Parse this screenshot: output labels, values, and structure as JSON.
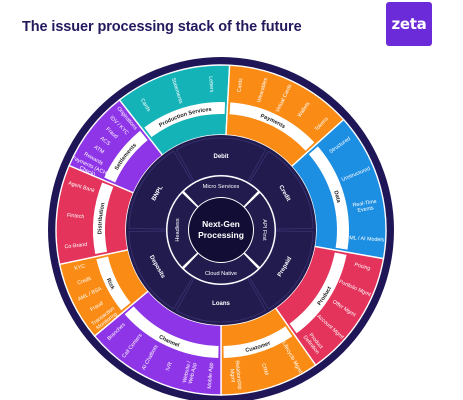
{
  "header": {
    "title": "The issuer processing stack of the future",
    "logo_text": "zeta",
    "logo_color": "#6c2bd9"
  },
  "center": {
    "label_line1": "Next-Gen",
    "label_line2": "Processing"
  },
  "colors": {
    "outer_ring": "#1e1657",
    "dark_ring": "#221b4e",
    "center": "#120d35",
    "divider": "#ffffff"
  },
  "core_ring": [
    {
      "label": "Micro Services"
    },
    {
      "label": "API First"
    },
    {
      "label": "Cloud Native"
    },
    {
      "label": "Headless"
    }
  ],
  "inner_ring": [
    {
      "label": "Debit"
    },
    {
      "label": "Credit"
    },
    {
      "label": "Prepaid"
    },
    {
      "label": "Loans"
    },
    {
      "label": "Deposits"
    },
    {
      "label": "BNPL"
    }
  ],
  "sectors": [
    {
      "label": "Production Services",
      "color": "#14b3b8",
      "start": -38,
      "end": 3,
      "items": [
        "Cards",
        "Statements",
        "Letters"
      ]
    },
    {
      "label": "Payments",
      "color": "#fa8c16",
      "start": 3,
      "end": 48,
      "items": [
        "Cards",
        "Wearables",
        "Virtual Cards",
        "Wallets",
        "Tokens"
      ]
    },
    {
      "label": "Data",
      "color": "#1d8fe3",
      "start": 48,
      "end": 100,
      "items": [
        "Structured",
        "Unstructured",
        "Real-Time Events",
        "ML / AI Models"
      ]
    },
    {
      "label": "Product",
      "color": "#e4345c",
      "start": 100,
      "end": 145,
      "items": [
        "Pricing",
        "Portfolio Mgmt",
        "Offer Mgmt",
        "Account Mgmt",
        "Product Definition"
      ]
    },
    {
      "label": "Customer",
      "color": "#fa8c16",
      "start": 145,
      "end": 180,
      "items": [
        "Lifecycle Mgmt",
        "CRM",
        "Relationship Mgmt"
      ]
    },
    {
      "label": "Channel",
      "color": "#8f35e8",
      "start": 180,
      "end": 230,
      "items": [
        "Mobile App",
        "Website / Web App",
        "IVR",
        "AI Chatbots",
        "Call Centers",
        "Branches"
      ]
    },
    {
      "label": "Risk",
      "color": "#fa8c16",
      "start": 230,
      "end": 258,
      "items": [
        "Transaction Monitoring",
        "Fraud",
        "AML / BSA",
        "Credit",
        "KYC"
      ]
    },
    {
      "label": "Distribution",
      "color": "#e4345c",
      "start": 258,
      "end": 293,
      "items": [
        "Co-Brand",
        "Fintech",
        "Agent Bank"
      ]
    },
    {
      "label": "Settlements",
      "color": "#8f35e8",
      "start": 293,
      "end": 322,
      "items": [
        "Payments (ACH, Check)",
        "Rewards",
        "ATM",
        "ACS",
        "Fraud",
        "IDV / KYC",
        "Originations"
      ]
    }
  ]
}
